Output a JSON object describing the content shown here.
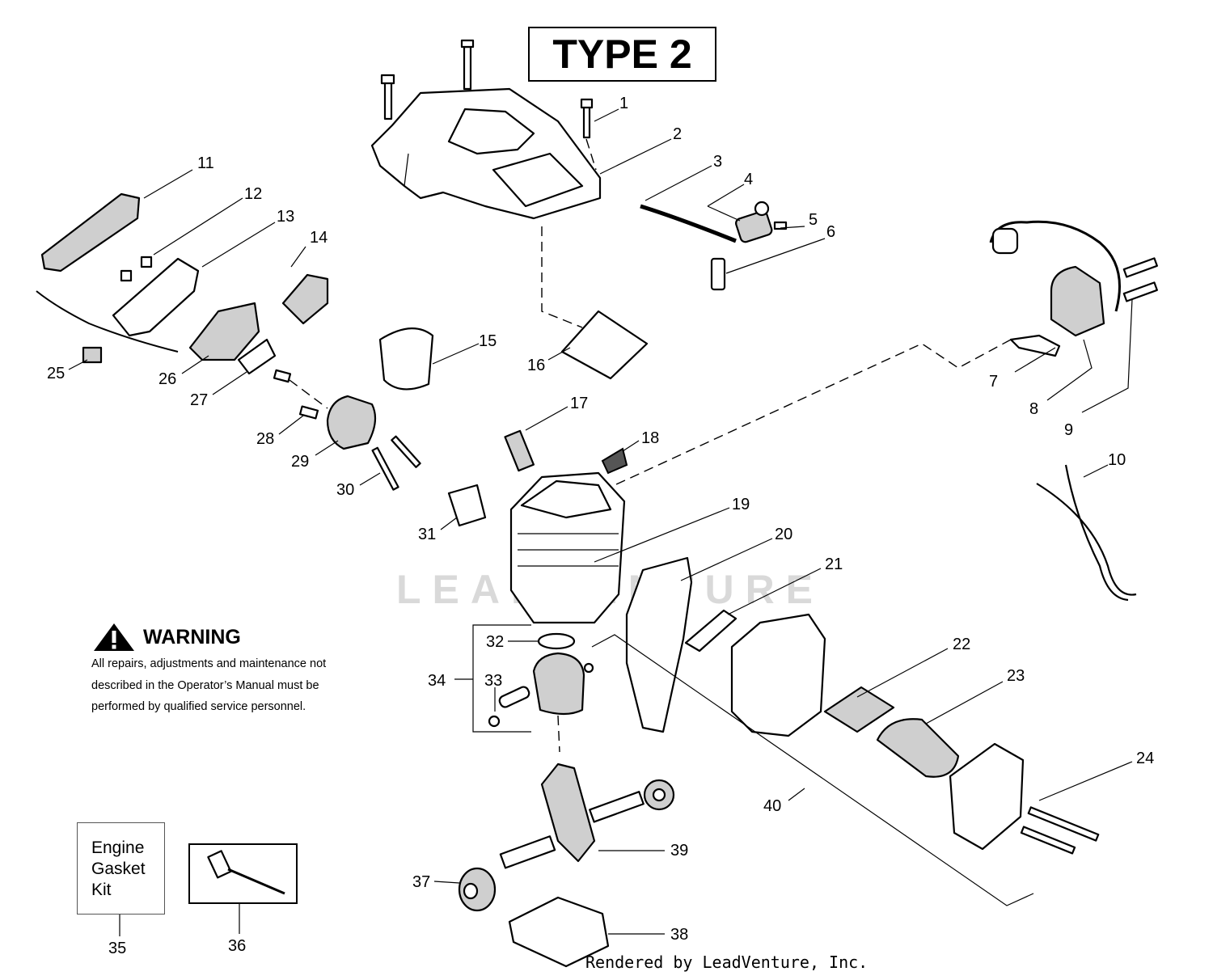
{
  "title": "TYPE 2",
  "warning": {
    "heading": "WARNING",
    "text": "All repairs, adjustments and maintenance not described in the Operator’s Manual must be performed by qualified  service personnel."
  },
  "kit_label": "Engine Gasket Kit",
  "watermark": "LEADVENTURE",
  "footer": "Rendered by LeadVenture, Inc.",
  "callouts": [
    "1",
    "2",
    "3",
    "4",
    "5",
    "6",
    "7",
    "8",
    "9",
    "10",
    "11",
    "12",
    "13",
    "14",
    "15",
    "16",
    "17",
    "18",
    "19",
    "20",
    "21",
    "22",
    "23",
    "24",
    "25",
    "26",
    "27",
    "28",
    "29",
    "30",
    "31",
    "32",
    "33",
    "34",
    "35",
    "36",
    "37",
    "38",
    "39",
    "40"
  ]
}
